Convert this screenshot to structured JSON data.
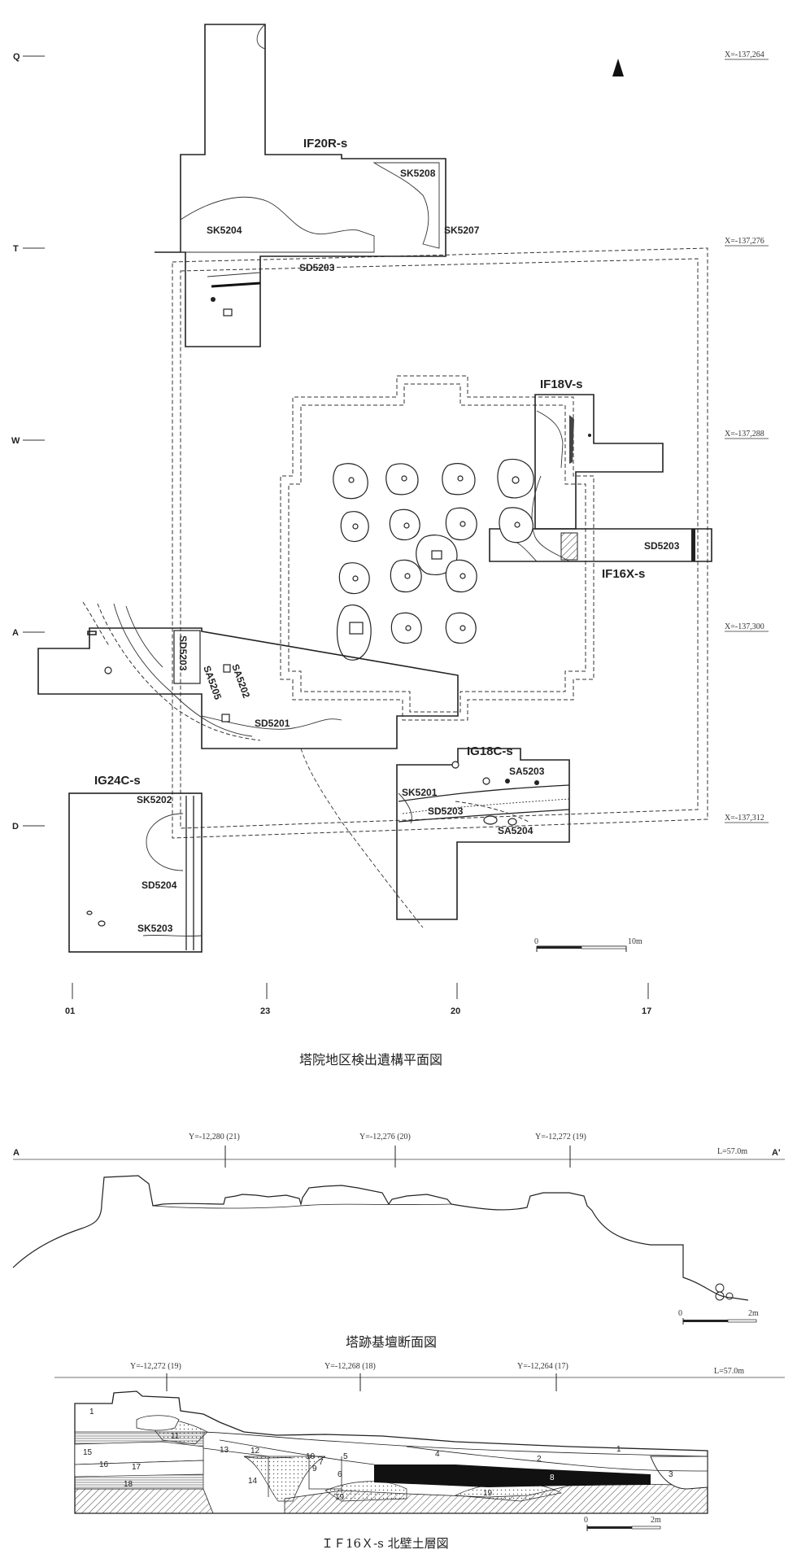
{
  "plan": {
    "caption": "塔院地区検出遺構平面図",
    "row_labels": [
      "Q",
      "T",
      "W",
      "A",
      "D"
    ],
    "column_labels": [
      "01",
      "23",
      "20",
      "17"
    ],
    "x_coords": [
      "X=-137,264",
      "X=-137,276",
      "X=-137,288",
      "X=-137,300",
      "X=-137,312"
    ],
    "trenches": {
      "if20r": "IF20R-s",
      "if18v": "IF18V-s",
      "if16x": "IF16X-s",
      "ig24c": "IG24C-s",
      "ig18c": "IG18C-s"
    },
    "features": {
      "sk5208": "SK5208",
      "sk5204": "SK5204",
      "sk5207": "SK5207",
      "sd5203_a": "SD5203",
      "sd5203_b": "SD5203",
      "sd5203_c": "SD5203",
      "sd5203_d": "SD5203",
      "sa5205": "SA5205",
      "sa5202": "SA5202",
      "sd5201": "SD5201",
      "sk5202": "SK5202",
      "sd5204": "SD5204",
      "sk5203": "SK5203",
      "sk5201": "SK5201",
      "sa5203": "SA5203",
      "sa5204": "SA5204"
    },
    "scale": {
      "zero": "0",
      "end": "10m"
    }
  },
  "section1": {
    "caption": "塔跡基壇断面図",
    "start": "A",
    "end": "A'",
    "level": "L=57.0m",
    "y_marks": [
      "Y=-12,280 (21)",
      "Y=-12,276 (20)",
      "Y=-12,272 (19)"
    ],
    "scale": {
      "zero": "0",
      "end": "2m"
    }
  },
  "section2": {
    "caption": "ＩＦ16Ｘ-s 北壁土層図",
    "level": "L=57.0m",
    "y_marks": [
      "Y=-12,272 (19)",
      "Y=-12,268 (18)",
      "Y=-12,264 (17)"
    ],
    "layers": [
      "1",
      "15",
      "11",
      "16",
      "17",
      "18",
      "13",
      "12",
      "14",
      "10",
      "9",
      "7",
      "5",
      "6",
      "4",
      "2",
      "1",
      "3",
      "8",
      "19",
      "19"
    ],
    "scale": {
      "zero": "0",
      "end": "2m"
    }
  }
}
